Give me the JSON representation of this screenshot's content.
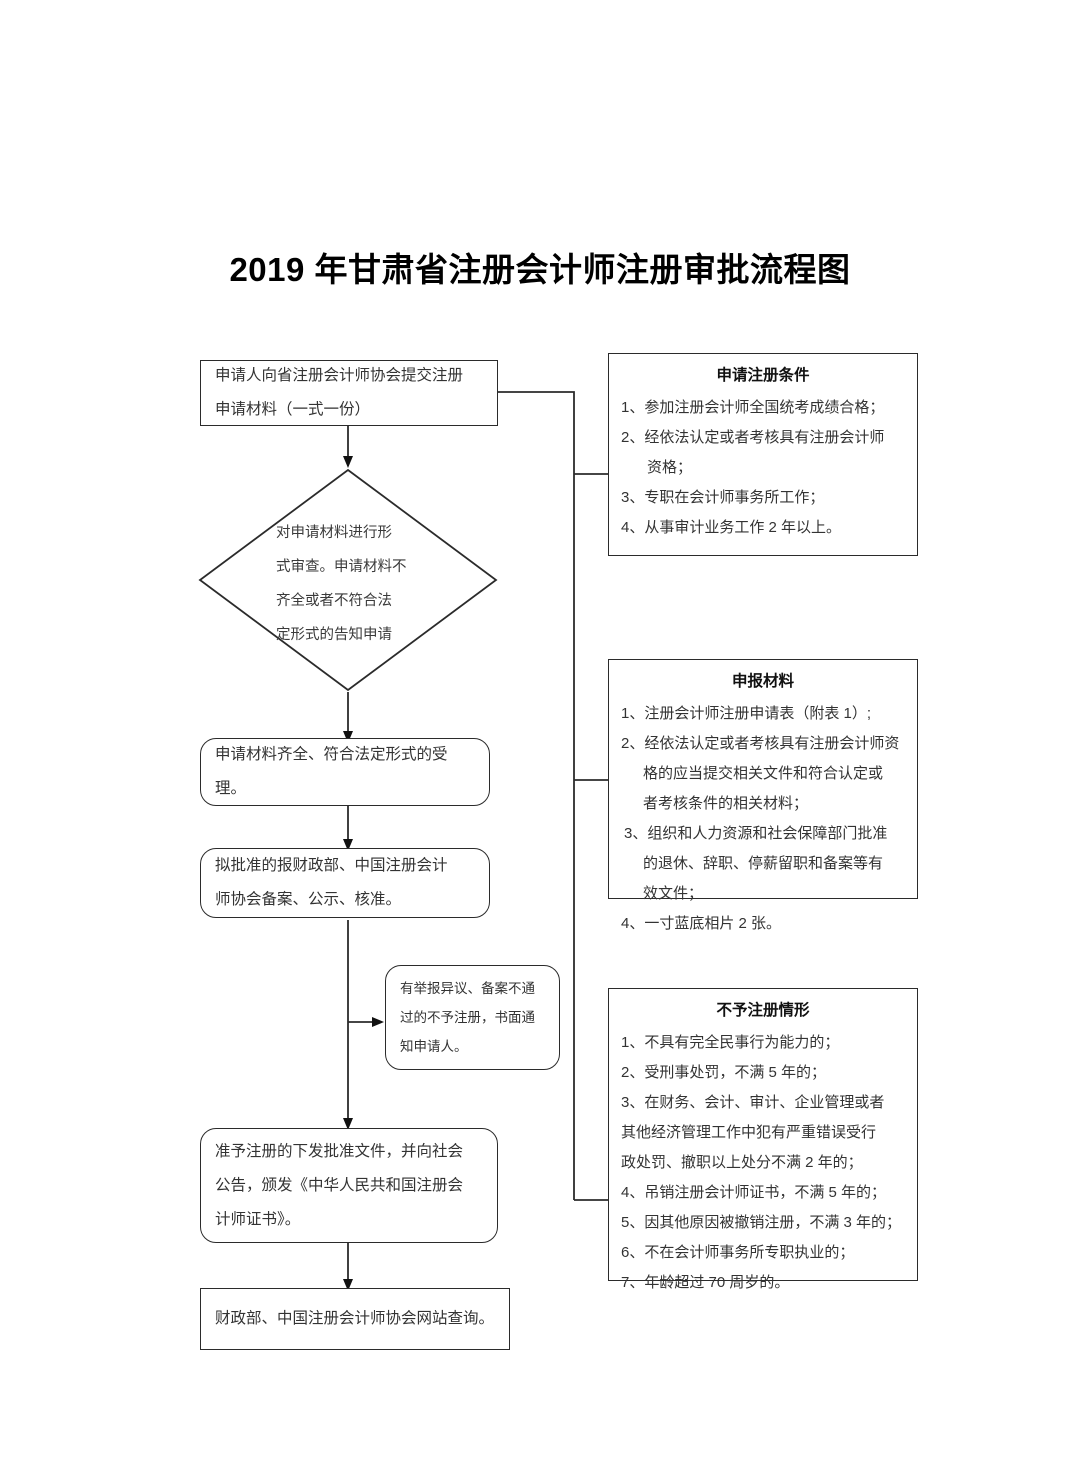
{
  "document": {
    "title": "2019 年甘肃省注册会计师注册审批流程图"
  },
  "flow": {
    "node_submit": {
      "l1": "申请人向省注册会计师协会提交注册",
      "l2": "申请材料（一式一份）"
    },
    "node_review": {
      "l1": "对申请材料进行形",
      "l2": "式审查。申请材料不",
      "l3": "齐全或者不符合法",
      "l4": "定形式的告知申请"
    },
    "node_accept": {
      "l1": "申请材料齐全、符合法定形式的受",
      "l2": "理。"
    },
    "node_approve": {
      "l1": "拟批准的报财政部、中国注册会计",
      "l2": "师协会备案、公示、核准。"
    },
    "node_reject": {
      "l1": "有举报异议、备案不通",
      "l2": "过的不予注册，书面通",
      "l3": "知申请人。"
    },
    "node_grant": {
      "l1": "准予注册的下发批准文件，并向社会",
      "l2": "公告，颁发《中华人民共和国注册会",
      "l3": "计师证书》。"
    },
    "node_query": {
      "l1": "财政部、中国注册会计师协会网站查询。"
    }
  },
  "panels": {
    "conditions": {
      "title": "申请注册条件",
      "items": [
        "1、参加注册会计师全国统考成绩合格；",
        "2、经依法认定或者考核具有注册会计师",
        "资格；",
        "3、专职在会计师事务所工作；",
        "4、从事审计业务工作 2 年以上。"
      ]
    },
    "materials": {
      "title": "申报材料",
      "items": [
        "1、注册会计师注册申请表（附表 1）;",
        "2、经依法认定或者考核具有注册会计师资",
        "格的应当提交相关文件和符合认定或",
        "者考核条件的相关材料；",
        "3、组织和人力资源和社会保障部门批准",
        "的退休、辞职、停薪留职和备案等有",
        "效文件；",
        "4、一寸蓝底相片 2 张。"
      ]
    },
    "refusal": {
      "title": "不予注册情形",
      "items": [
        "1、不具有完全民事行为能力的；",
        "2、受刑事处罚，不满 5 年的；",
        "3、在财务、会计、审计、企业管理或者",
        "其他经济管理工作中犯有严重错误受行",
        "政处罚、撤职以上处分不满 2 年的；",
        "4、吊销注册会计师证书，不满 5 年的；",
        "5、因其他原因被撤销注册，不满 3 年的；",
        "6、不在会计师事务所专职执业的；",
        "7、年龄超过 70 周岁的。"
      ]
    }
  },
  "colors": {
    "stroke": "#2b2b2b",
    "text": "#333333",
    "background": "#ffffff"
  },
  "chart_data": {
    "type": "diagram",
    "diagram_kind": "flowchart",
    "title": "2019 年甘肃省注册会计师注册审批流程图",
    "nodes": [
      {
        "id": "submit",
        "shape": "rect",
        "label": "申请人向省注册会计师协会提交注册申请材料（一式一份）"
      },
      {
        "id": "review",
        "shape": "diamond",
        "label": "对申请材料进行形式审查。申请材料不齐全或者不符合法定形式的告知申请"
      },
      {
        "id": "accept",
        "shape": "rounded-rect",
        "label": "申请材料齐全、符合法定形式的受理。"
      },
      {
        "id": "approve",
        "shape": "rounded-rect",
        "label": "拟批准的报财政部、中国注册会计师协会备案、公示、核准。"
      },
      {
        "id": "reject",
        "shape": "rounded-rect",
        "label": "有举报异议、备案不通过的不予注册，书面通知申请人。"
      },
      {
        "id": "grant",
        "shape": "rounded-rect",
        "label": "准予注册的下发批准文件，并向社会公告，颁发《中华人民共和国注册会计师证书》。"
      },
      {
        "id": "query",
        "shape": "rect",
        "label": "财政部、中国注册会计师协会网站查询。"
      },
      {
        "id": "conditions",
        "shape": "panel",
        "label": "申请注册条件"
      },
      {
        "id": "materials",
        "shape": "panel",
        "label": "申报材料"
      },
      {
        "id": "refusal",
        "shape": "panel",
        "label": "不予注册情形"
      }
    ],
    "edges": [
      {
        "from": "submit",
        "to": "review",
        "arrow": true
      },
      {
        "from": "review",
        "to": "accept",
        "arrow": true
      },
      {
        "from": "accept",
        "to": "approve",
        "arrow": true
      },
      {
        "from": "approve",
        "to": "reject",
        "arrow": true
      },
      {
        "from": "approve",
        "to": "grant",
        "arrow": true
      },
      {
        "from": "grant",
        "to": "query",
        "arrow": true
      },
      {
        "from": "submit",
        "to": "conditions",
        "arrow": false
      },
      {
        "from": "submit",
        "to": "materials",
        "arrow": false
      },
      {
        "from": "submit",
        "to": "refusal",
        "arrow": false
      }
    ]
  }
}
